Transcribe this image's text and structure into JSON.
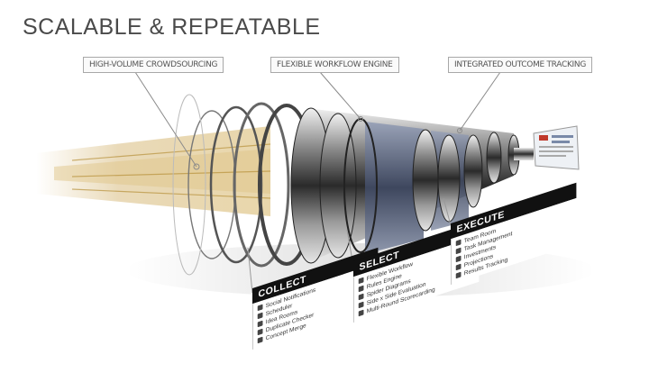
{
  "title": "SCALABLE & REPEATABLE",
  "callouts": {
    "crowdsourcing": "HIGH-VOLUME CROWDSOURCING",
    "workflow": "FLEXIBLE WORKFLOW ENGINE",
    "tracking": "INTEGRATED OUTCOME TRACKING"
  },
  "cards": {
    "collect": {
      "title": "COLLECT",
      "items": [
        "Social Notifications",
        "Scheduler",
        "Idea Rooms",
        "Duplicate Checker",
        "Concept Merge"
      ]
    },
    "select": {
      "title": "SELECT",
      "items": [
        "Flexible Workflow",
        "Rules Engine",
        "Spider Diagrams",
        "Side x Side Evaluation",
        "Multi-Round Scorecarding"
      ]
    },
    "execute": {
      "title": "EXECUTE",
      "items": [
        "Team Room",
        "Task Management",
        "Investments",
        "Projections",
        "Results Tracking"
      ]
    }
  },
  "colors": {
    "title": "#4a4a4a",
    "beam": "#c8a04a",
    "card_header": "#111111",
    "metal_dark": "#3a3a3a",
    "panel_blue": "#4a5570"
  }
}
